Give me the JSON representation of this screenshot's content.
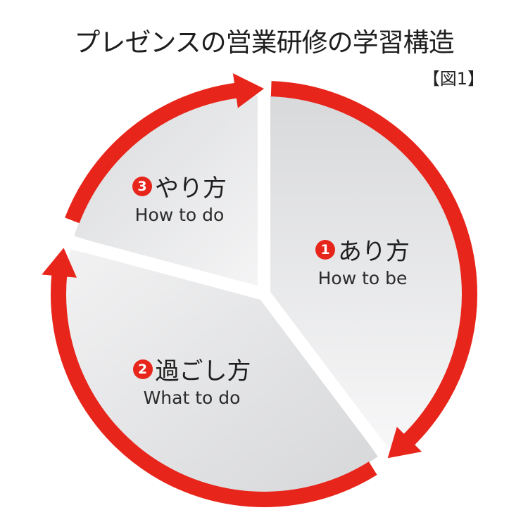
{
  "title": "プレゼンスの営業研修の学習構造",
  "figure_label": "【図1】",
  "segments": [
    {
      "number": "1",
      "label_jp": "あり方",
      "label_en": "How to be"
    },
    {
      "number": "2",
      "label_jp": "過ごし方",
      "label_en": "What to do"
    },
    {
      "number": "3",
      "label_jp": "やり方",
      "label_en": "How to do"
    }
  ],
  "colors": {
    "arrow": "#e8251b",
    "wedge_light": "#f4f4f5",
    "wedge_dark": "#d9dadc"
  }
}
